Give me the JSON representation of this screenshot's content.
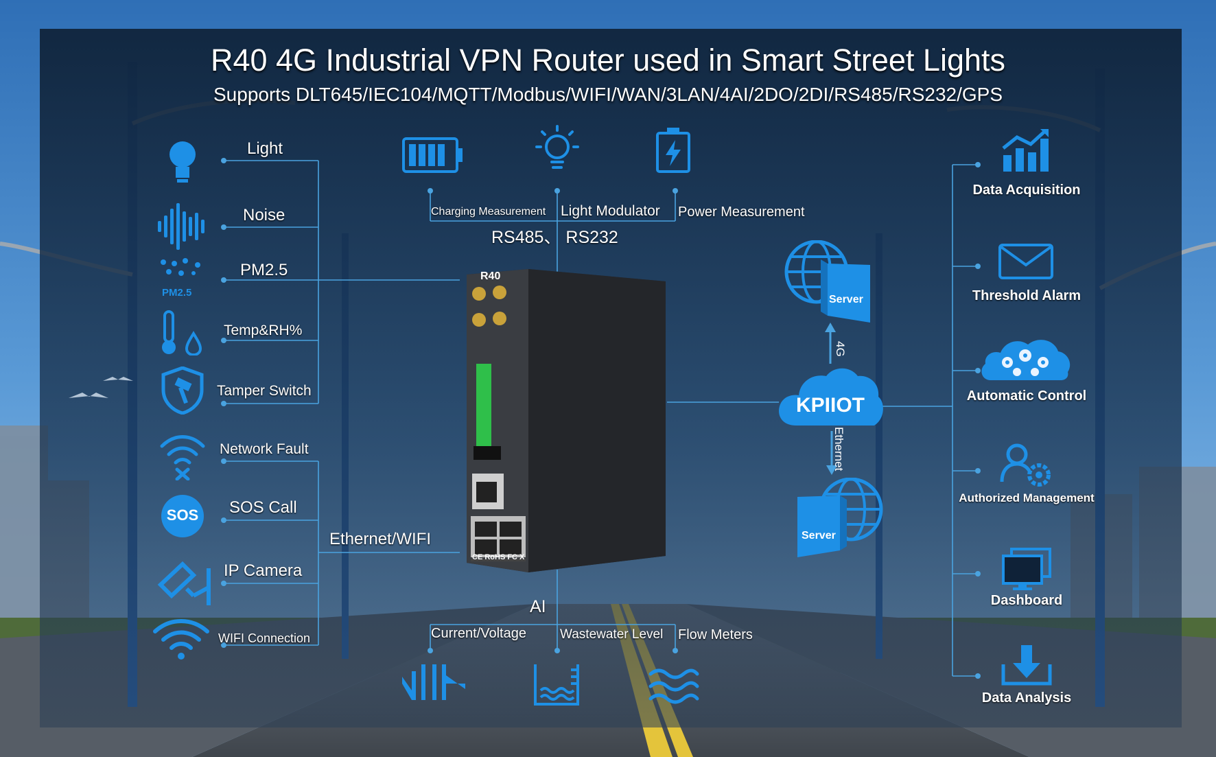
{
  "title": "R40 4G Industrial VPN Router used in Smart Street Lights",
  "subtitle": "Supports DLT645/IEC104/MQTT/Modbus/WIFI/WAN/3LAN/4AI/2DO/2DI/RS485/RS232/GPS",
  "left_sensors": {
    "light": "Light",
    "noise": "Noise",
    "pm25": "PM2.5",
    "pm25_icon_text": "PM2.5",
    "temp": "Temp&RH%",
    "tamper": "Tamper Switch"
  },
  "left_network": {
    "fault": "Network Fault",
    "sos": "SOS Call",
    "sos_icon_text": "SOS",
    "camera": "IP Camera",
    "wifi": "WIFI Connection",
    "bus_label": "Ethernet/WIFI"
  },
  "top": {
    "charging": "Charging Measurement",
    "modulator": "Light Modulator",
    "power": "Power Measurement",
    "bus_label": "RS485、 RS232"
  },
  "bottom": {
    "bus_label": "AI",
    "current": "Current/Voltage",
    "wastewater": "Wastewater Level",
    "flow": "Flow Meters"
  },
  "cloud": {
    "name": "KPIIOT",
    "link_up": "4G",
    "link_down": "Ethernet",
    "server_top": "Server",
    "server_bottom": "Server"
  },
  "router": {
    "model": "R40",
    "marks": "CE RoHS FC X"
  },
  "right_functions": [
    "Data Acquisition",
    "Threshold Alarm",
    "Automatic Control",
    "Authorized Management",
    "Dashboard",
    "Data Analysis"
  ],
  "colors": {
    "accent": "#1e90e6",
    "line": "#4aa3e0",
    "text": "#ffffff"
  }
}
